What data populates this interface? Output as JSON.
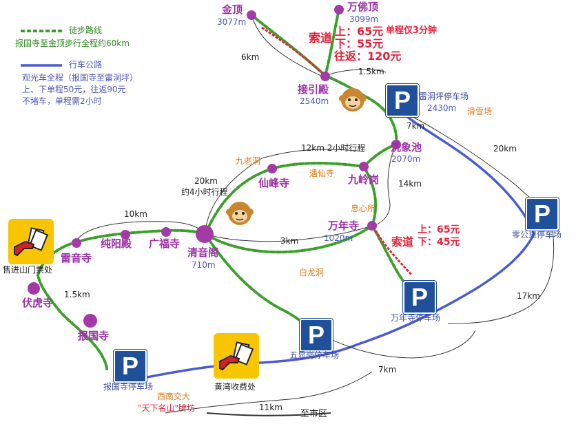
{
  "legend": {
    "walk_label": "徒步路线",
    "walk_desc": "报国寺至金顶步行全程约60km",
    "road_label": "行车公路",
    "bus_line1": "观光车全程（报国寺至雷洞坪）",
    "bus_line2": "上、下单程50元，往返90元",
    "bus_line3": "不堵车，单程需2小时"
  },
  "peaks": {
    "jinding": "金顶",
    "jinding_alt": "3077m",
    "wanfoding": "万佛顶",
    "wanfoding_alt": "3099m",
    "jieyindian": "接引殿",
    "jieyindian_alt": "2540m",
    "xixiangchi": "洗象池",
    "xixiangchi_alt": "2070m",
    "wanniansi": "万年寺",
    "wanniansi_alt": "1020m",
    "qingyinge": "清音阁",
    "qingyinge_alt": "710m"
  },
  "temples": {
    "xianfengsi": "仙峰寺",
    "jiulinggang": "九岭岗",
    "chunyangdian": "纯阳殿",
    "guangfusi": "广福寺",
    "leiyinsi": "雷音寺",
    "fuhusi": "伏虎寺",
    "baoguosi": "报国寺"
  },
  "cableway_top": {
    "label": "索道",
    "up": "上：65元",
    "down": "下：55元",
    "roundtrip": "往返：120元",
    "note": "单程仅3分钟"
  },
  "cableway_bottom": {
    "label": "索道",
    "up": "上：65元",
    "down": "下：45元"
  },
  "distances": {
    "d6km": "6km",
    "d1_5km_top": "1.5km",
    "d7km": "7km",
    "d12km": "12km 2小时行程",
    "d14km": "14km",
    "d20km": "20km",
    "d20km_time": "约4小时行程",
    "d20km_right": "20km",
    "d10km": "10km",
    "d3km": "3km",
    "d1_5km_left": "1.5km",
    "d17km": "17km",
    "d7km_bottom": "7km",
    "d11km": "11km"
  },
  "places": {
    "jiulaodong": "九老洞",
    "yuxiansi": "遇仙寺",
    "xixinsuo": "息心所",
    "bailongdong": "白龙洞",
    "huaxuechang": "滑雪场",
    "xinan_jiaoda": "西南交大",
    "tianxia_mingshan": "\"天下名山\"牌坊",
    "zhi_shiqu": "至市区"
  },
  "parking": {
    "leidongping": "雷洞坪停车场",
    "leidongping_alt": "2430m",
    "linggongli": "零公里停车场",
    "wanniansi": "万年寺停车场",
    "wuxiangang": "五显岗停车场",
    "baoguosi": "报国寺停车场",
    "p_symbol": "P"
  },
  "ticket_offices": {
    "shoujin": "售进山门票处",
    "huangwan": "黄湾收费处"
  }
}
